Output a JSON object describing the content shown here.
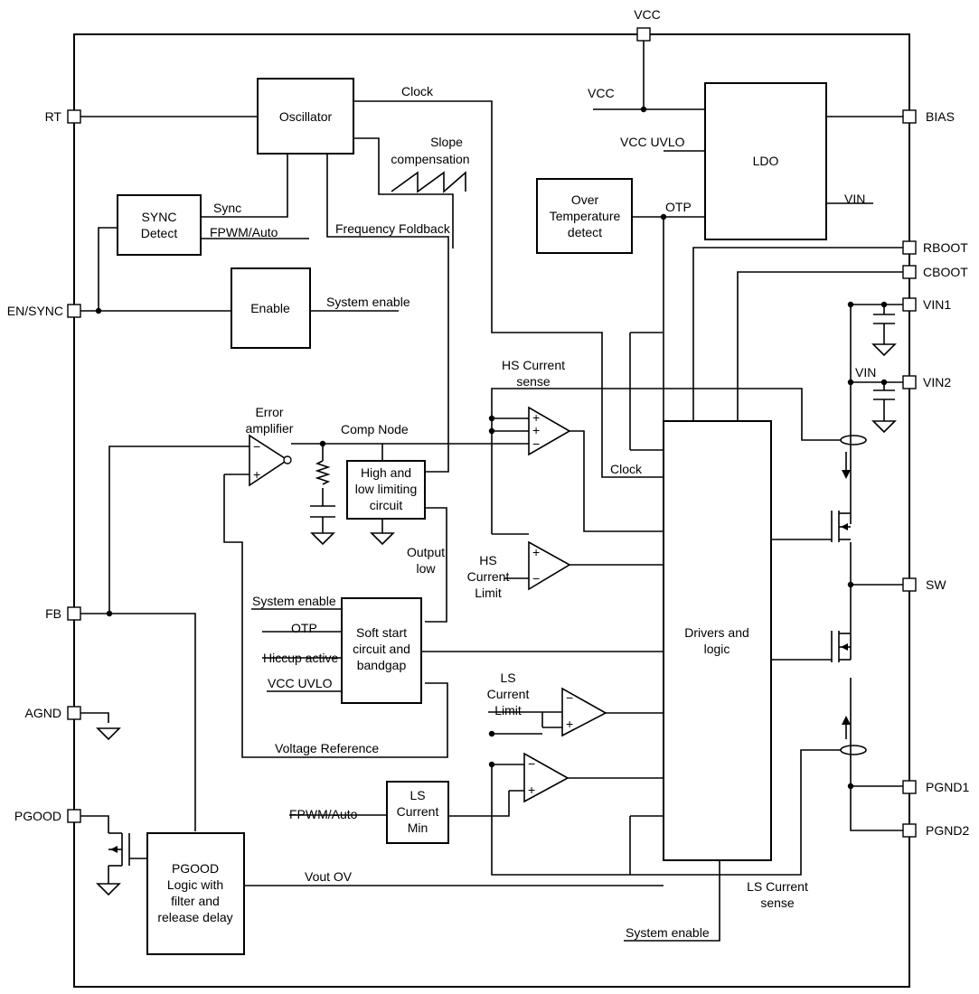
{
  "pins": {
    "vcc": "VCC",
    "rt": "RT",
    "en_sync": "EN/SYNC",
    "fb": "FB",
    "agnd": "AGND",
    "pgood": "PGOOD",
    "bias": "BIAS",
    "rboot": "RBOOT",
    "cboot": "CBOOT",
    "vin1": "VIN1",
    "vin2": "VIN2",
    "sw": "SW",
    "pgnd1": "PGND1",
    "pgnd2": "PGND2"
  },
  "blocks": {
    "oscillator": "Oscillator",
    "sync_detect": [
      "SYNC",
      "Detect"
    ],
    "enable": "Enable",
    "ldo": "LDO",
    "otp": [
      "Over",
      "Temperature",
      "detect"
    ],
    "limiting": [
      "High and",
      "low limiting",
      "circuit"
    ],
    "soft_start": [
      "Soft start",
      "circuit and",
      "bandgap"
    ],
    "drivers": [
      "Drivers and",
      "logic"
    ],
    "ls_min": [
      "LS",
      "Current",
      "Min"
    ],
    "pgood_logic": [
      "PGOOD",
      "Logic with",
      "filter and",
      "release delay"
    ]
  },
  "labels": {
    "clock_top": "Clock",
    "slope": [
      "Slope",
      "compensation"
    ],
    "sync": "Sync",
    "fpwm_auto": "FPWM/Auto",
    "freq_foldback": "Frequency Foldback",
    "system_enable": "System enable",
    "vcc_in": "VCC",
    "vcc_uvlo": "VCC UVLO",
    "otp": "OTP",
    "vin": "VIN",
    "vin_node": "VIN",
    "hs_sense": [
      "HS Current",
      "sense"
    ],
    "error_amp": [
      "Error",
      "amplifier"
    ],
    "comp_node": "Comp Node",
    "clock_mid": "Clock",
    "hs_limit": [
      "HS",
      "Current",
      "Limit"
    ],
    "output_low": [
      "Output",
      "low"
    ],
    "ss_system_enable": "System enable",
    "ss_otp": "OTP",
    "hiccup": "Hiccup active",
    "ss_vcc_uvlo": "VCC UVLO",
    "ls_limit": [
      "LS",
      "Current",
      "Limit"
    ],
    "voltage_ref": "Voltage Reference",
    "fpwm_auto_2": "FPWM/Auto",
    "vout_ov": "Vout OV",
    "ls_sense": [
      "LS Current",
      "sense"
    ],
    "system_enable_bottom": "System enable"
  }
}
